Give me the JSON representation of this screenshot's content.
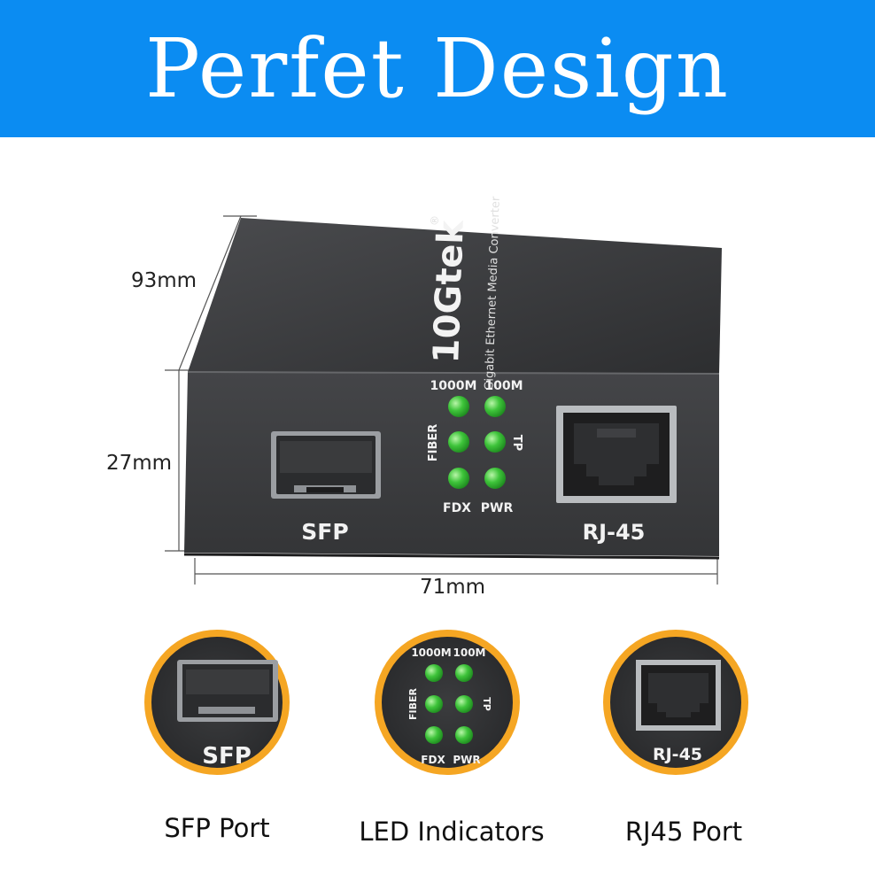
{
  "banner": {
    "title": "Perfet Design",
    "color": "#0b8cf2"
  },
  "dimensions": {
    "depth": "93mm",
    "height": "27mm",
    "width": "71mm"
  },
  "device": {
    "brand": "10Gtek",
    "subtitle": "Gigabit Ethernet Media Converter",
    "registered_mark": "®",
    "sfp_label": "SFP",
    "rj45_label": "RJ-45",
    "led_labels": {
      "top_left": "1000M",
      "top_right": "100M",
      "left": "FIBER",
      "right": "TP",
      "bottom_left": "FDX",
      "bottom_right": "PWR"
    },
    "body_color": "#3a3b3d",
    "led_color": "#3ec43a"
  },
  "callouts": {
    "ring_color": "#f5a623",
    "sfp": {
      "label": "SFP",
      "caption": "SFP Port"
    },
    "led": {
      "top_left": "1000M",
      "top_right": "100M",
      "left": "FIBER",
      "right": "TP",
      "bottom_left": "FDX",
      "bottom_right": "PWR",
      "caption": "LED Indicators"
    },
    "rj45": {
      "label": "RJ-45",
      "caption": "RJ45 Port"
    }
  }
}
